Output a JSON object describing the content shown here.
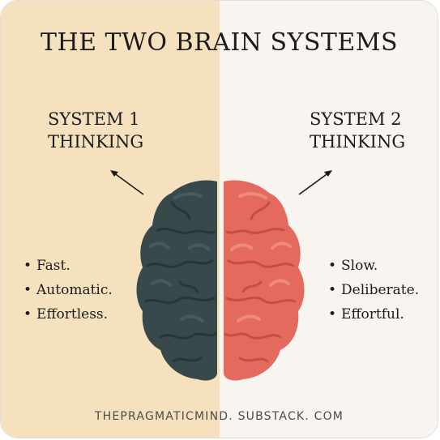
{
  "title": "THE TWO BRAIN SYSTEMS",
  "system1": {
    "line1": "SYSTEM 1",
    "line2": "THINKING",
    "traits": [
      "Fast.",
      "Automatic.",
      "Effortless."
    ],
    "background": "#f6e1bf",
    "brain_color": "#37494b"
  },
  "system2": {
    "line1": "SYSTEM 2",
    "line2": "THINKING",
    "traits": [
      "Slow.",
      "Deliberate.",
      "Effortful."
    ],
    "background": "#f8f4ef",
    "brain_color": "#e56a5e"
  },
  "footer": "THEPRAGMATICMIND. SUBSTACK. COM",
  "icons": [
    "brain-icon",
    "arrow-up-left-icon",
    "arrow-up-right-icon"
  ]
}
